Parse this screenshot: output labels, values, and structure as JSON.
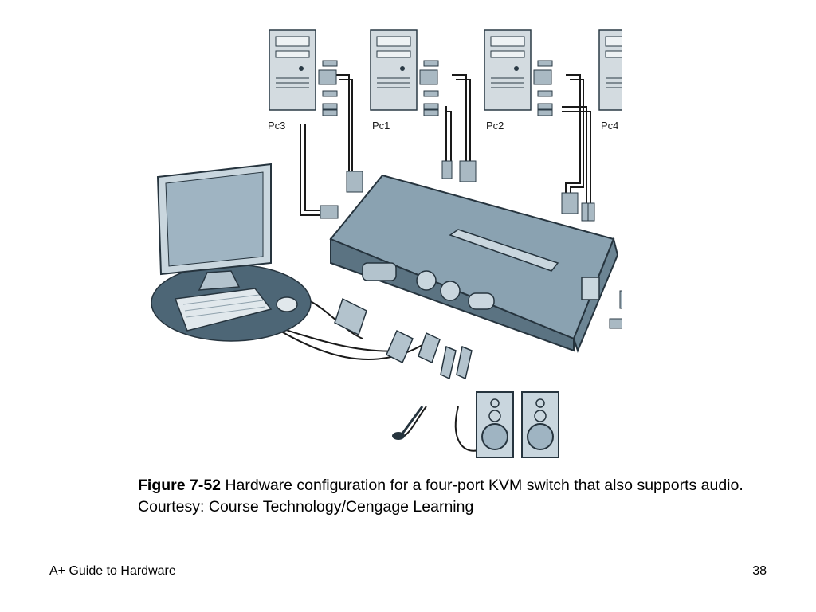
{
  "figure": {
    "pc_labels": [
      "Pc3",
      "Pc1",
      "Pc2",
      "Pc4"
    ]
  },
  "caption": {
    "label": "Figure 7-52",
    "text": " Hardware configuration for a four-port KVM switch that also supports audio. Courtesy: Course Technology/Cengage Learning"
  },
  "footer": {
    "title": "A+ Guide to Hardware",
    "page_number": "38"
  },
  "colors": {
    "device_fill": "#c8d4dc",
    "device_dark": "#5b7382",
    "cable": "#1a1a1a",
    "switch_top": "#8aa2b1"
  }
}
